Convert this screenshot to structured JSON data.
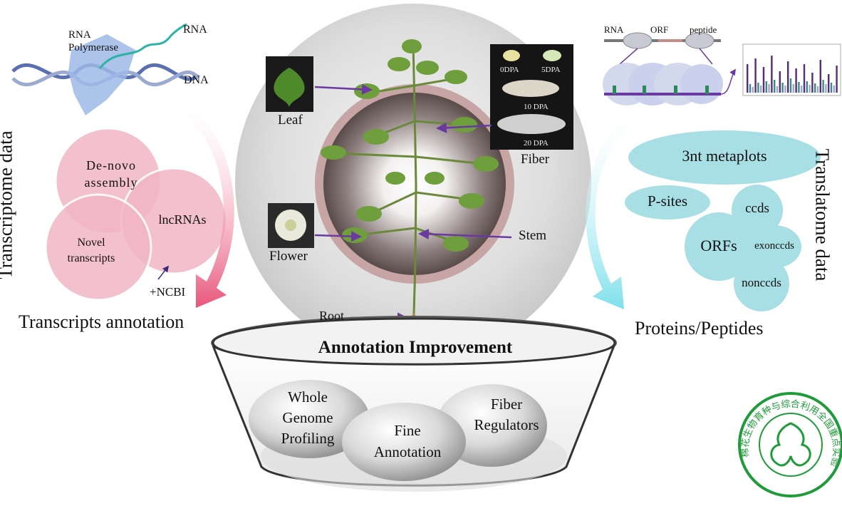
{
  "transcriptome": {
    "side_label": "Transcriptome data",
    "rna_label": "RNA",
    "polymerase_label": "RNA\nPolymerase",
    "dna_label": "DNA",
    "venn_denovo": "De-novo\nassembly",
    "venn_lncrnas": "lncRNAs",
    "venn_novel": "Novel\ntranscripts",
    "ncbi_label": "+NCBI",
    "annotation_label": "Transcripts annotation"
  },
  "plant": {
    "leaf_label": "Leaf",
    "flower_label": "Flower",
    "fiber_label": "Fiber",
    "stem_label": "Stem",
    "root_label": "Root",
    "dpa_0": "0DPA",
    "dpa_5": "5DPA",
    "dpa_10": "10 DPA",
    "dpa_20": "20 DPA"
  },
  "translatome": {
    "side_label": "Translatome data",
    "rna_label": "RNA",
    "orf_label": "ORF",
    "peptide_label": "peptide",
    "bubble_metaplots": "3nt metaplots",
    "bubble_psites": "P-sites",
    "bubble_cds": "ccds",
    "bubble_orfs": "ORFs",
    "bubble_exoncds": "exonccds",
    "bubble_noncds": "nonccds",
    "result_label": "Proteins/Peptides"
  },
  "bowl": {
    "title": "Annotation Improvement",
    "egg_whole": "Whole\nGenome\nProfiling",
    "egg_fine": "Fine\nAnnotation",
    "egg_fiber": "Fiber\nRegulators"
  },
  "seal": {
    "text": "棉花生物育种与综合利用全国重点实验室"
  },
  "colors": {
    "pink_arrow": "#e8557a",
    "cyan_arrow": "#7fe0ec",
    "venn_pink": "#f2b6c6",
    "bubble_cyan": "#a8dfe4",
    "purple_pointer": "#6a3aa0",
    "seal_green": "#1f9b3a"
  }
}
